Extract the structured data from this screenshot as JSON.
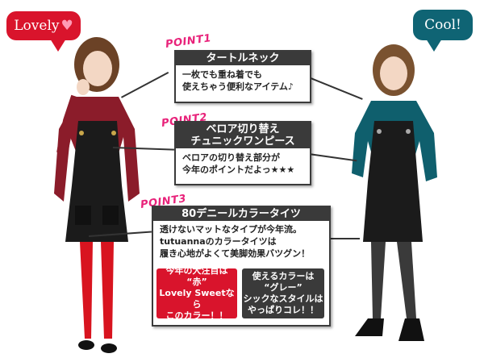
{
  "left_bubble": {
    "text": "Lovely",
    "heart": "♥",
    "color": "#d9142c"
  },
  "right_bubble": {
    "text": "Cool!",
    "color": "#0f6474"
  },
  "points": [
    {
      "tag": "POINT1",
      "title": "タートルネック",
      "body": [
        "一枚でも重ね着でも",
        "使えちゃう便利なアイテム♪"
      ]
    },
    {
      "tag": "POINT2",
      "title_lines": [
        "ベロア切り替え",
        "チュニックワンピース"
      ],
      "body": [
        "ベロアの切り替え部分が",
        "今年のポイントだよっ★★★"
      ]
    },
    {
      "tag": "POINT3",
      "title": "80デニールカラータイツ",
      "body": [
        "透けないマットなタイプが今年流。",
        "tutuannaのカラータイツは",
        "履き心地がよくて美脚効果バツグン！"
      ],
      "red_box": [
        "今年の大注目は",
        "“赤”",
        "Lovely Sweetなら",
        "このカラー！！"
      ],
      "gray_box": [
        "使えるカラーは",
        "“グレー”",
        "シックなスタイルは",
        "やっぱりコレ！！"
      ]
    }
  ],
  "colors": {
    "accent_red": "#d9142c",
    "accent_teal": "#0f6474",
    "point_pink": "#e8227a",
    "header_dark": "#3a3a3a"
  }
}
